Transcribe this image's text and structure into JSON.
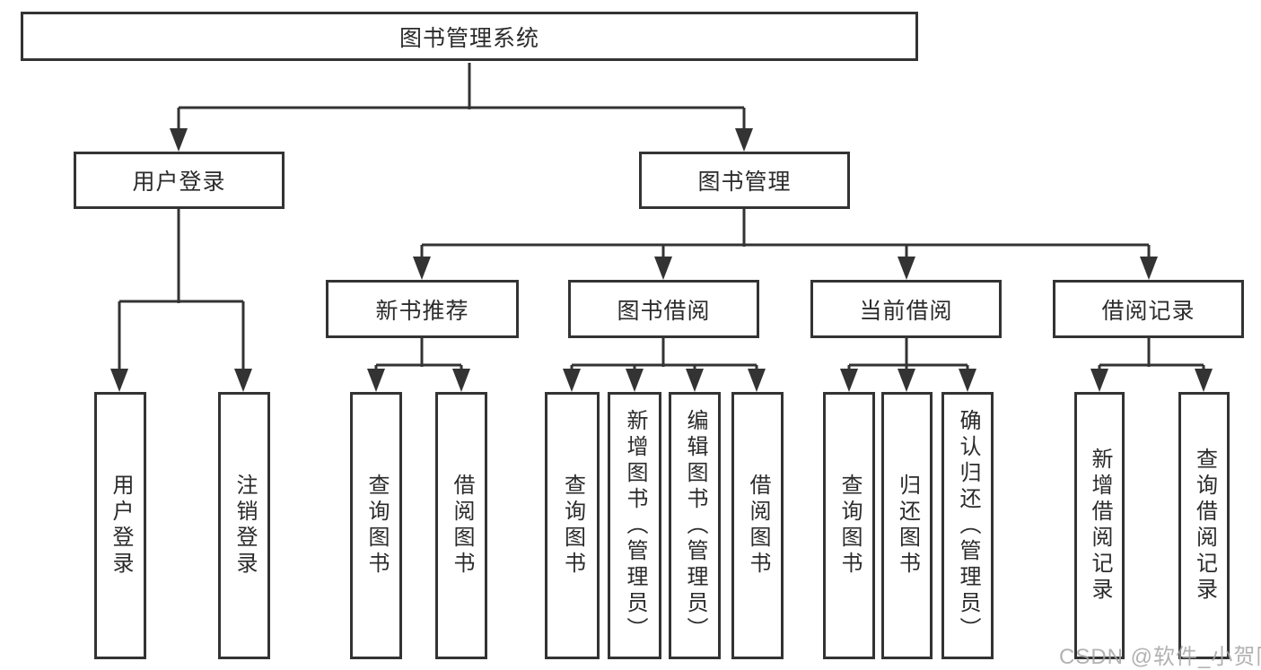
{
  "diagram": {
    "root": "图书管理系统",
    "branches": {
      "user_login": "用户登录",
      "book_management": "图书管理"
    },
    "sections": [
      "新书推荐",
      "图书借阅",
      "当前借阅",
      "借阅记录"
    ],
    "leaves": [
      "用户登录",
      "注销登录",
      "查询图书",
      "借阅图书",
      "查询图书",
      "新增图书（管理员）",
      "编辑图书（管理员）",
      "借阅图书",
      "查询图书",
      "归还图书",
      "确认归还（管理员）",
      "新增借阅记录",
      "查询借阅记录"
    ]
  },
  "watermark": "CSDN @软件_小贺同学",
  "colors": {
    "line": "#333333",
    "text": "#2b2b2b",
    "box_background": "#ffffff",
    "page_background": "#ffffff",
    "watermark": "#a5a5a5"
  }
}
